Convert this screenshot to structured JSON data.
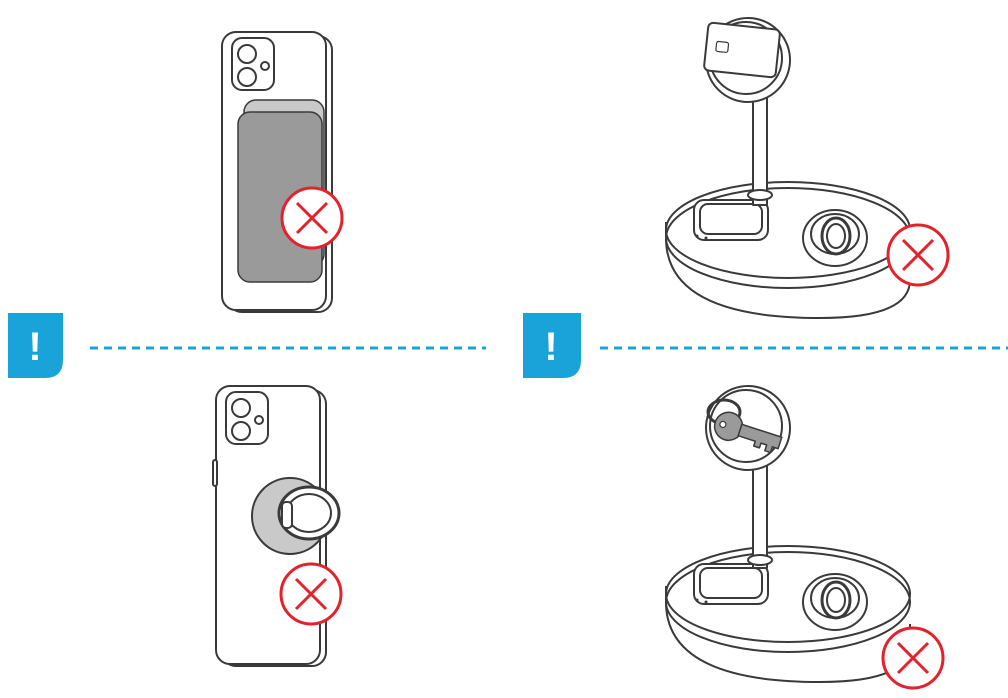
{
  "warning": {
    "symbol": "!",
    "color": "#1aa3d9",
    "symbol_color": "#ffffff",
    "divider_style": "dashed"
  },
  "prohibited_mark": {
    "color": "#e3222b",
    "fill": "#ffffff"
  },
  "line_art": {
    "stroke": "#3a3a3a",
    "fill": "#ffffff",
    "pad_gray": "#9a9a9a",
    "pad_light": "#c9c9c9"
  },
  "panels": [
    {
      "id": "phone-card-wallet",
      "icon": "phone-with-card-wallet"
    },
    {
      "id": "charger-card",
      "icon": "charger-with-card"
    },
    {
      "id": "phone-ring-holder",
      "icon": "phone-with-ring-holder"
    },
    {
      "id": "charger-key",
      "icon": "charger-with-keys"
    }
  ]
}
